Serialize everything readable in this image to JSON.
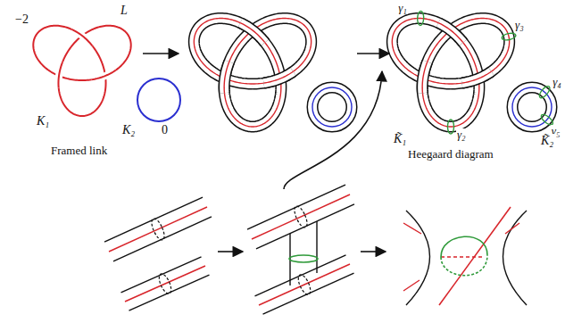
{
  "diagram": {
    "labels": [
      "−2",
      "L",
      "K₁",
      "K₂",
      "0",
      "Framed link",
      "γ₁",
      "γ₃",
      "γ₄",
      "γ₂",
      "γ₅",
      "K̃₁",
      "K̃₂",
      "Heegaard diagram"
    ]
  }
}
